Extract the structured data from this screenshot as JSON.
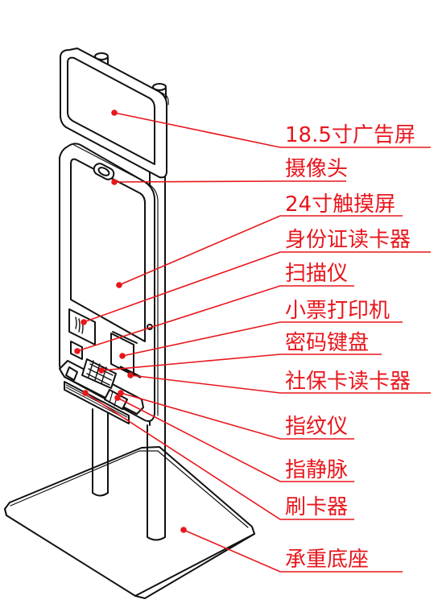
{
  "colors": {
    "line": "#111111",
    "callout": "#e8161c",
    "background": "#ffffff"
  },
  "callouts": [
    {
      "id": "ad-screen",
      "text": "18.5寸广告屏"
    },
    {
      "id": "camera",
      "text": "摄像头"
    },
    {
      "id": "touch-screen",
      "text": "24寸触摸屏"
    },
    {
      "id": "id-card-reader",
      "text": "身份证读卡器"
    },
    {
      "id": "scanner",
      "text": "扫描仪"
    },
    {
      "id": "receipt-printer",
      "text": "小票打印机"
    },
    {
      "id": "pin-pad",
      "text": "密码键盘"
    },
    {
      "id": "social-card-reader",
      "text": "社保卡读卡器"
    },
    {
      "id": "fingerprint",
      "text": "指纹仪"
    },
    {
      "id": "vein-reader",
      "text": "指静脉"
    },
    {
      "id": "card-swiper",
      "text": "刷卡器"
    },
    {
      "id": "base",
      "text": "承重底座"
    }
  ]
}
